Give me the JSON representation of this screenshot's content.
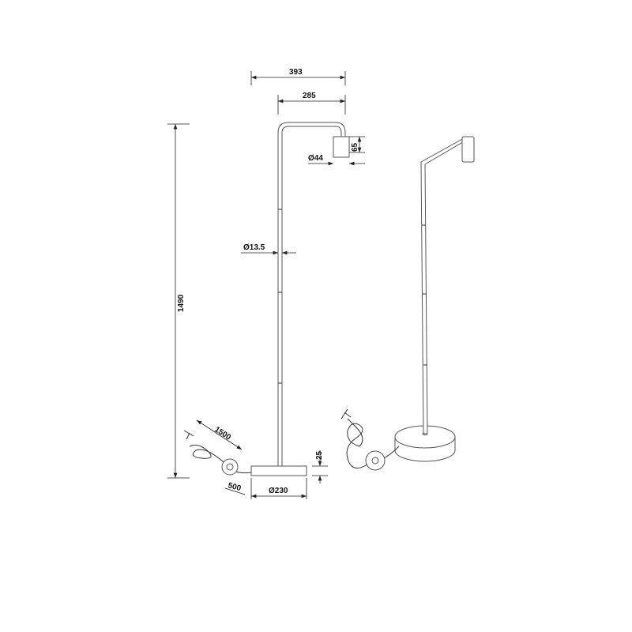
{
  "dimensions": {
    "total_width": "393",
    "arm_reach": "285",
    "socket_height": "65",
    "socket_diameter": "Ø44",
    "pole_diameter": "Ø13.5",
    "total_height": "1490",
    "cable_length": "1500",
    "switch_cable": "500",
    "base_height": "25",
    "base_diameter": "Ø230"
  }
}
